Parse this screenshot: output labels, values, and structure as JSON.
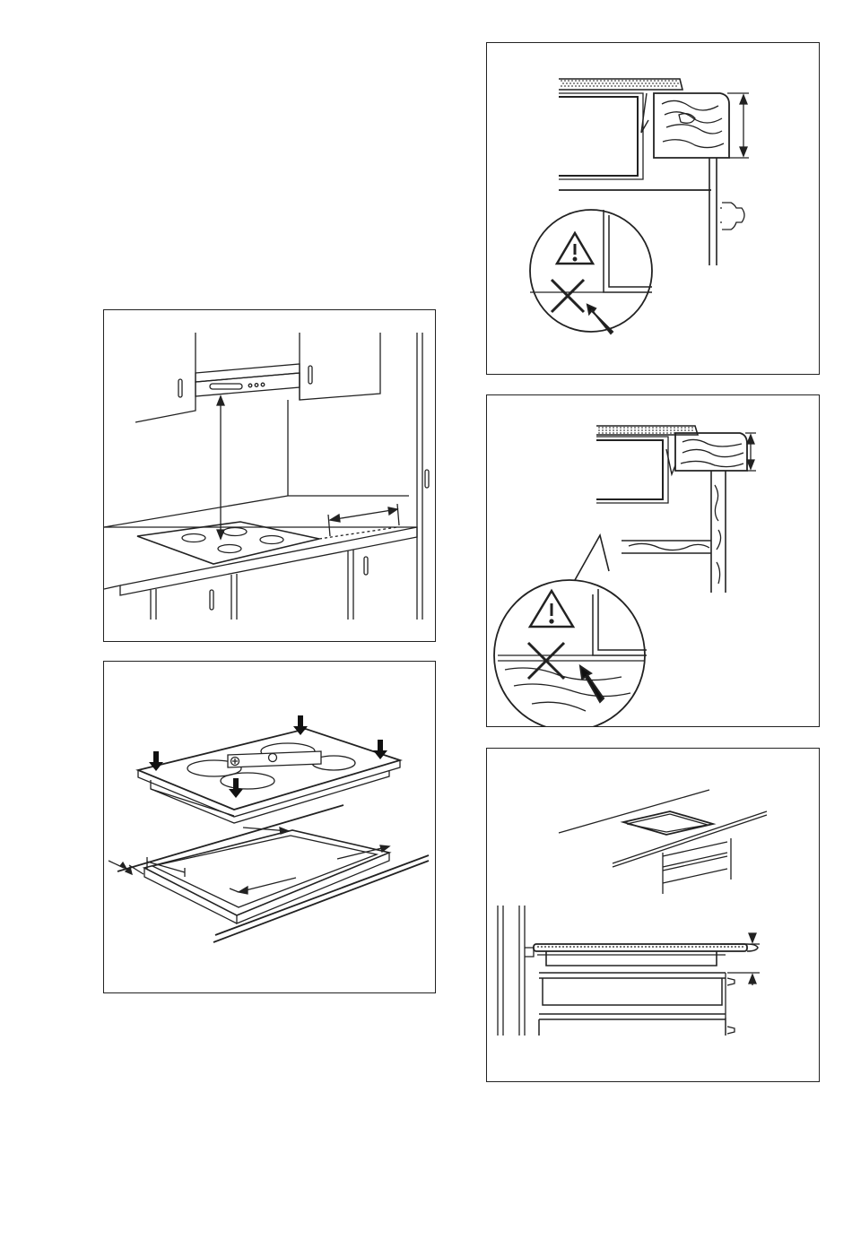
{
  "colors": {
    "line": "#222222",
    "fill": "#ffffff",
    "dark": "#111111"
  },
  "figures": [
    {
      "id": "hood-distance",
      "icons": [
        "cooker-hood",
        "hob",
        "arrow-double-vertical",
        "arrow-double-horizontal"
      ]
    },
    {
      "id": "frame-installation",
      "icons": [
        "hob-top",
        "down-arrow",
        "seal-frame",
        "dimension-arrow"
      ]
    },
    {
      "id": "clamp-worktop",
      "icons": [
        "worktop-section",
        "wood-grain",
        "warning-triangle-icon",
        "cross-icon",
        "pointer-arrow"
      ]
    },
    {
      "id": "clamp-shelf",
      "icons": [
        "worktop-section",
        "shelf",
        "warning-triangle-icon",
        "cross-icon",
        "pointer-arrow"
      ]
    },
    {
      "id": "flush-mount",
      "icons": [
        "worktop-recess",
        "hob-section",
        "dimension-arrow"
      ]
    }
  ]
}
